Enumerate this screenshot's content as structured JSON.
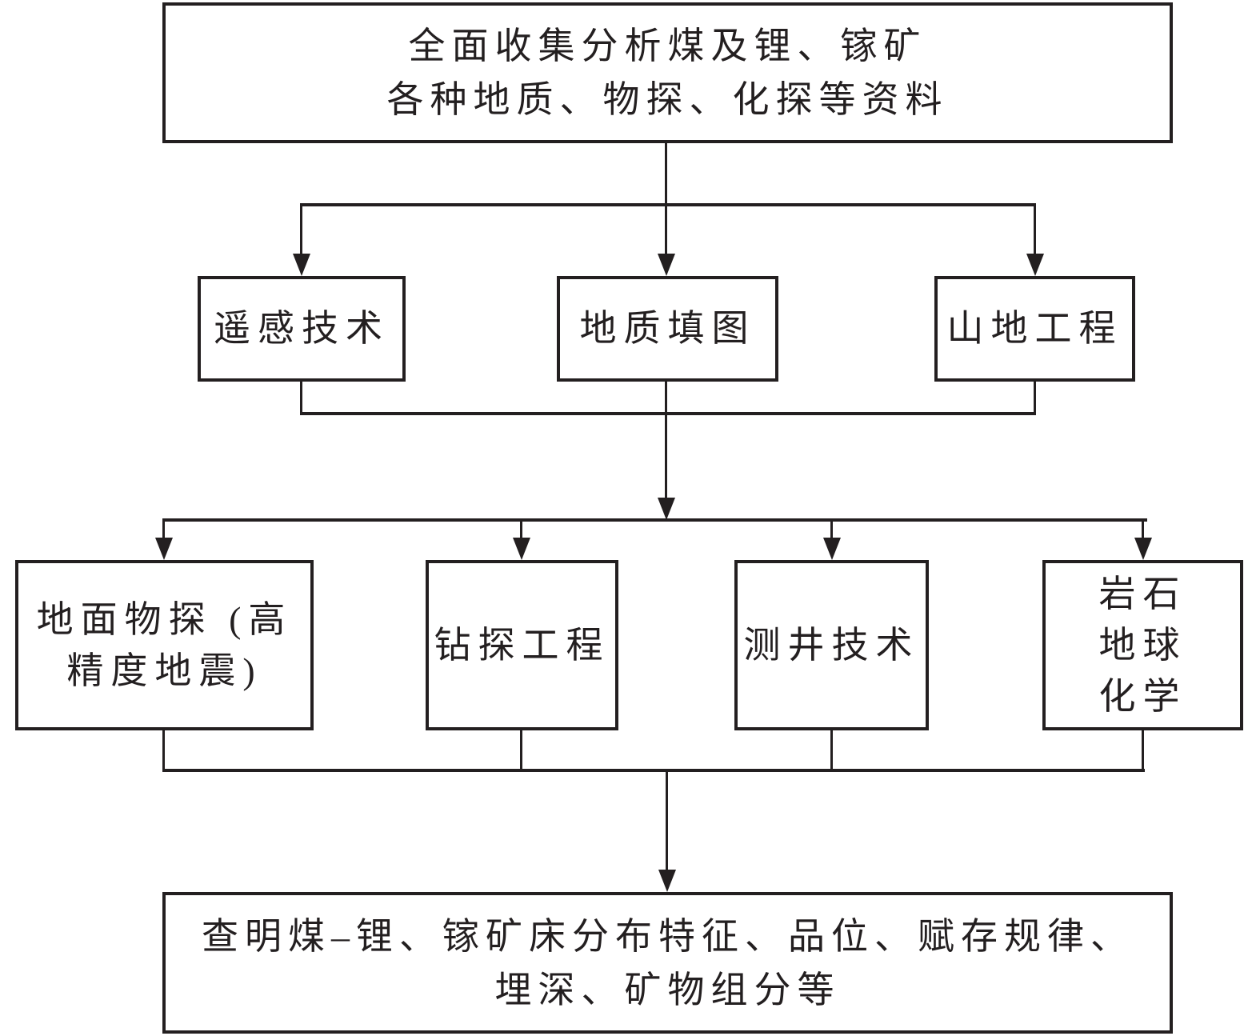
{
  "diagram": {
    "type": "flowchart",
    "colors": {
      "line": "#231f20",
      "background": "#ffffff"
    },
    "top": {
      "label": "全面收集分析煤及锂、镓矿\n各种地质、物探、化探等资料"
    },
    "row2": [
      {
        "label": "遥感技术"
      },
      {
        "label": "地质填图"
      },
      {
        "label": "山地工程"
      }
    ],
    "row3": [
      {
        "label": "地面物探 (高\n精度地震)"
      },
      {
        "label": "钻探工程"
      },
      {
        "label": "测井技术"
      },
      {
        "label": "岩石\n地球\n化学"
      }
    ],
    "bottom": {
      "label": "查明煤–锂、镓矿床分布特征、品位、赋存规律、\n埋深、矿物组分等"
    }
  }
}
